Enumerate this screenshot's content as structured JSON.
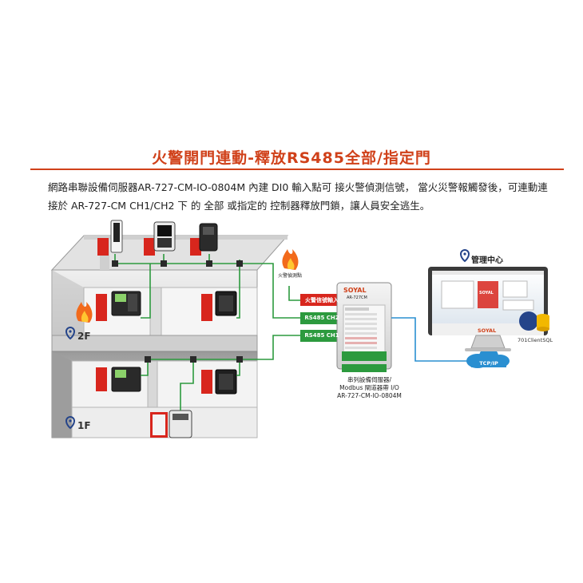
{
  "title": "火警開門連動-釋放RS485全部/指定門",
  "description": {
    "line1": "網路串聯設備伺服器AR-727-CM-IO-0804M 內建 DI0 輸入點可 接火警偵測信號， 當火災警報觸發後，可連動連",
    "line2": "接於 AR-727-CM CH1/CH2 下 的 全部 或指定的 控制器釋放門鎖，讓人員安全逃生。"
  },
  "floors": {
    "upper": "2F",
    "lower": "1F"
  },
  "labels": {
    "fire_detector": "火警偵測點",
    "fire_input": "火警信號輸入",
    "rs485_ch2": "RS485 CH2",
    "rs485_ch1": "RS485 CH1",
    "management_center": "管理中心",
    "tcpip": "TCP/IP",
    "sql": "701ClientSQL",
    "brand": "SOYAL",
    "device_model": "AR-727CM",
    "monitor_brand": "SOYAL",
    "monitor_logo": "SOYAL",
    "server_caption_line1": "串列設備伺服器/",
    "server_caption_line2": "Modbus 閘道器帶 I/O",
    "server_caption_line3": "AR-727-CM-IO-0804M"
  },
  "colors": {
    "accent": "#d0411a",
    "green": "#2c9a3e",
    "blue": "#2a8fd1",
    "red_box": "#d8261d",
    "floor_gray": "#d6d6d6"
  }
}
